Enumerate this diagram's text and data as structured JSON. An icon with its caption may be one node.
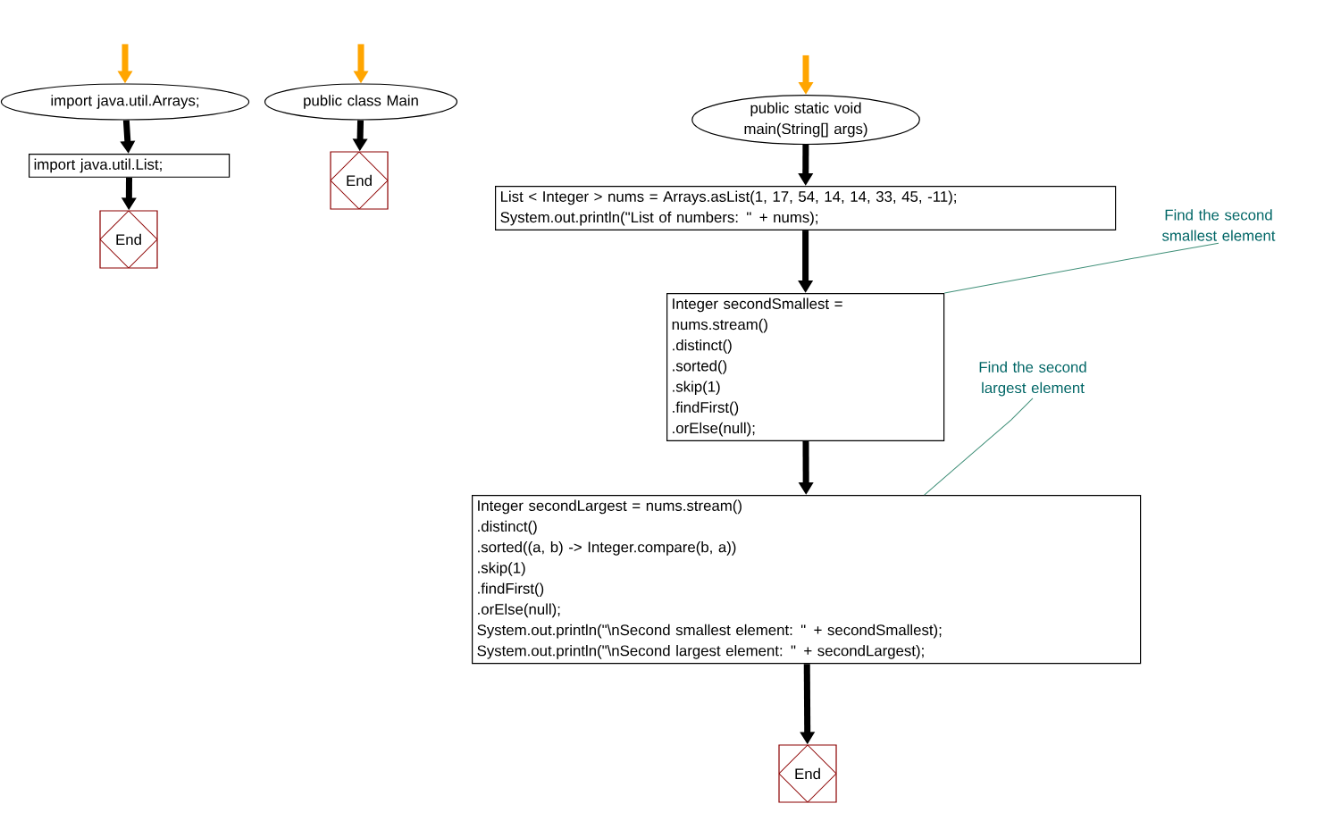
{
  "diagram": {
    "nodes": [
      {
        "text": [
          "import java.util.Arrays;"
        ]
      },
      {
        "text": [
          "import java.util.List;"
        ]
      },
      {
        "text": [
          "End"
        ]
      },
      {
        "text": [
          "public class Main"
        ]
      },
      {
        "text": [
          "End"
        ]
      },
      {
        "text": [
          "public static void main(String[] args)"
        ]
      },
      {
        "text": [
          "List < Integer > nums = Arrays.asList(1, 17, 54, 14, 14, 33, 45, -11);",
          "System.out.println(\"List of numbers: \" + nums);"
        ]
      },
      {
        "text": [
          "Integer secondSmallest = nums.stream()",
          ".distinct()",
          ".sorted()",
          ".skip(1)",
          ".findFirst()",
          ".orElse(null);"
        ]
      },
      {
        "text": [
          "Integer secondLargest = nums.stream()",
          ".distinct()",
          ".sorted((a, b) -> Integer.compare(b, a))",
          ".skip(1)",
          ".findFirst()",
          ".orElse(null);",
          "System.out.println(\"\\nSecond smallest element: \" + secondSmallest);",
          "System.out.println(\"\\nSecond largest element: \" + secondLargest);"
        ]
      },
      {
        "text": [
          "End"
        ]
      },
      {
        "text": [
          "Find the second smallest element"
        ]
      },
      {
        "text": [
          "Find the second largest element"
        ]
      }
    ],
    "edges": [
      {
        "from": null,
        "to": 0,
        "arrow": "to",
        "color": "#ffa500"
      },
      {
        "from": 0,
        "to": 1,
        "arrow": "to"
      },
      {
        "from": 1,
        "to": 2,
        "arrow": "to"
      },
      {
        "from": null,
        "to": 3,
        "arrow": "to",
        "color": "#ffa500"
      },
      {
        "from": 3,
        "to": 4,
        "arrow": "to"
      },
      {
        "from": null,
        "to": 5,
        "arrow": "to",
        "color": "#ffa500"
      },
      {
        "from": 5,
        "to": 6,
        "arrow": "to"
      },
      {
        "from": 6,
        "to": 7,
        "arrow": "to"
      },
      {
        "from": 7,
        "to": 8,
        "arrow": "to"
      },
      {
        "from": 8,
        "to": 9,
        "arrow": "to"
      },
      {
        "from": 10,
        "to": 7,
        "arrow": "none",
        "color": "#3f8f78"
      },
      {
        "from": 11,
        "to": 8,
        "arrow": "none",
        "color": "#3f8f78"
      }
    ]
  }
}
